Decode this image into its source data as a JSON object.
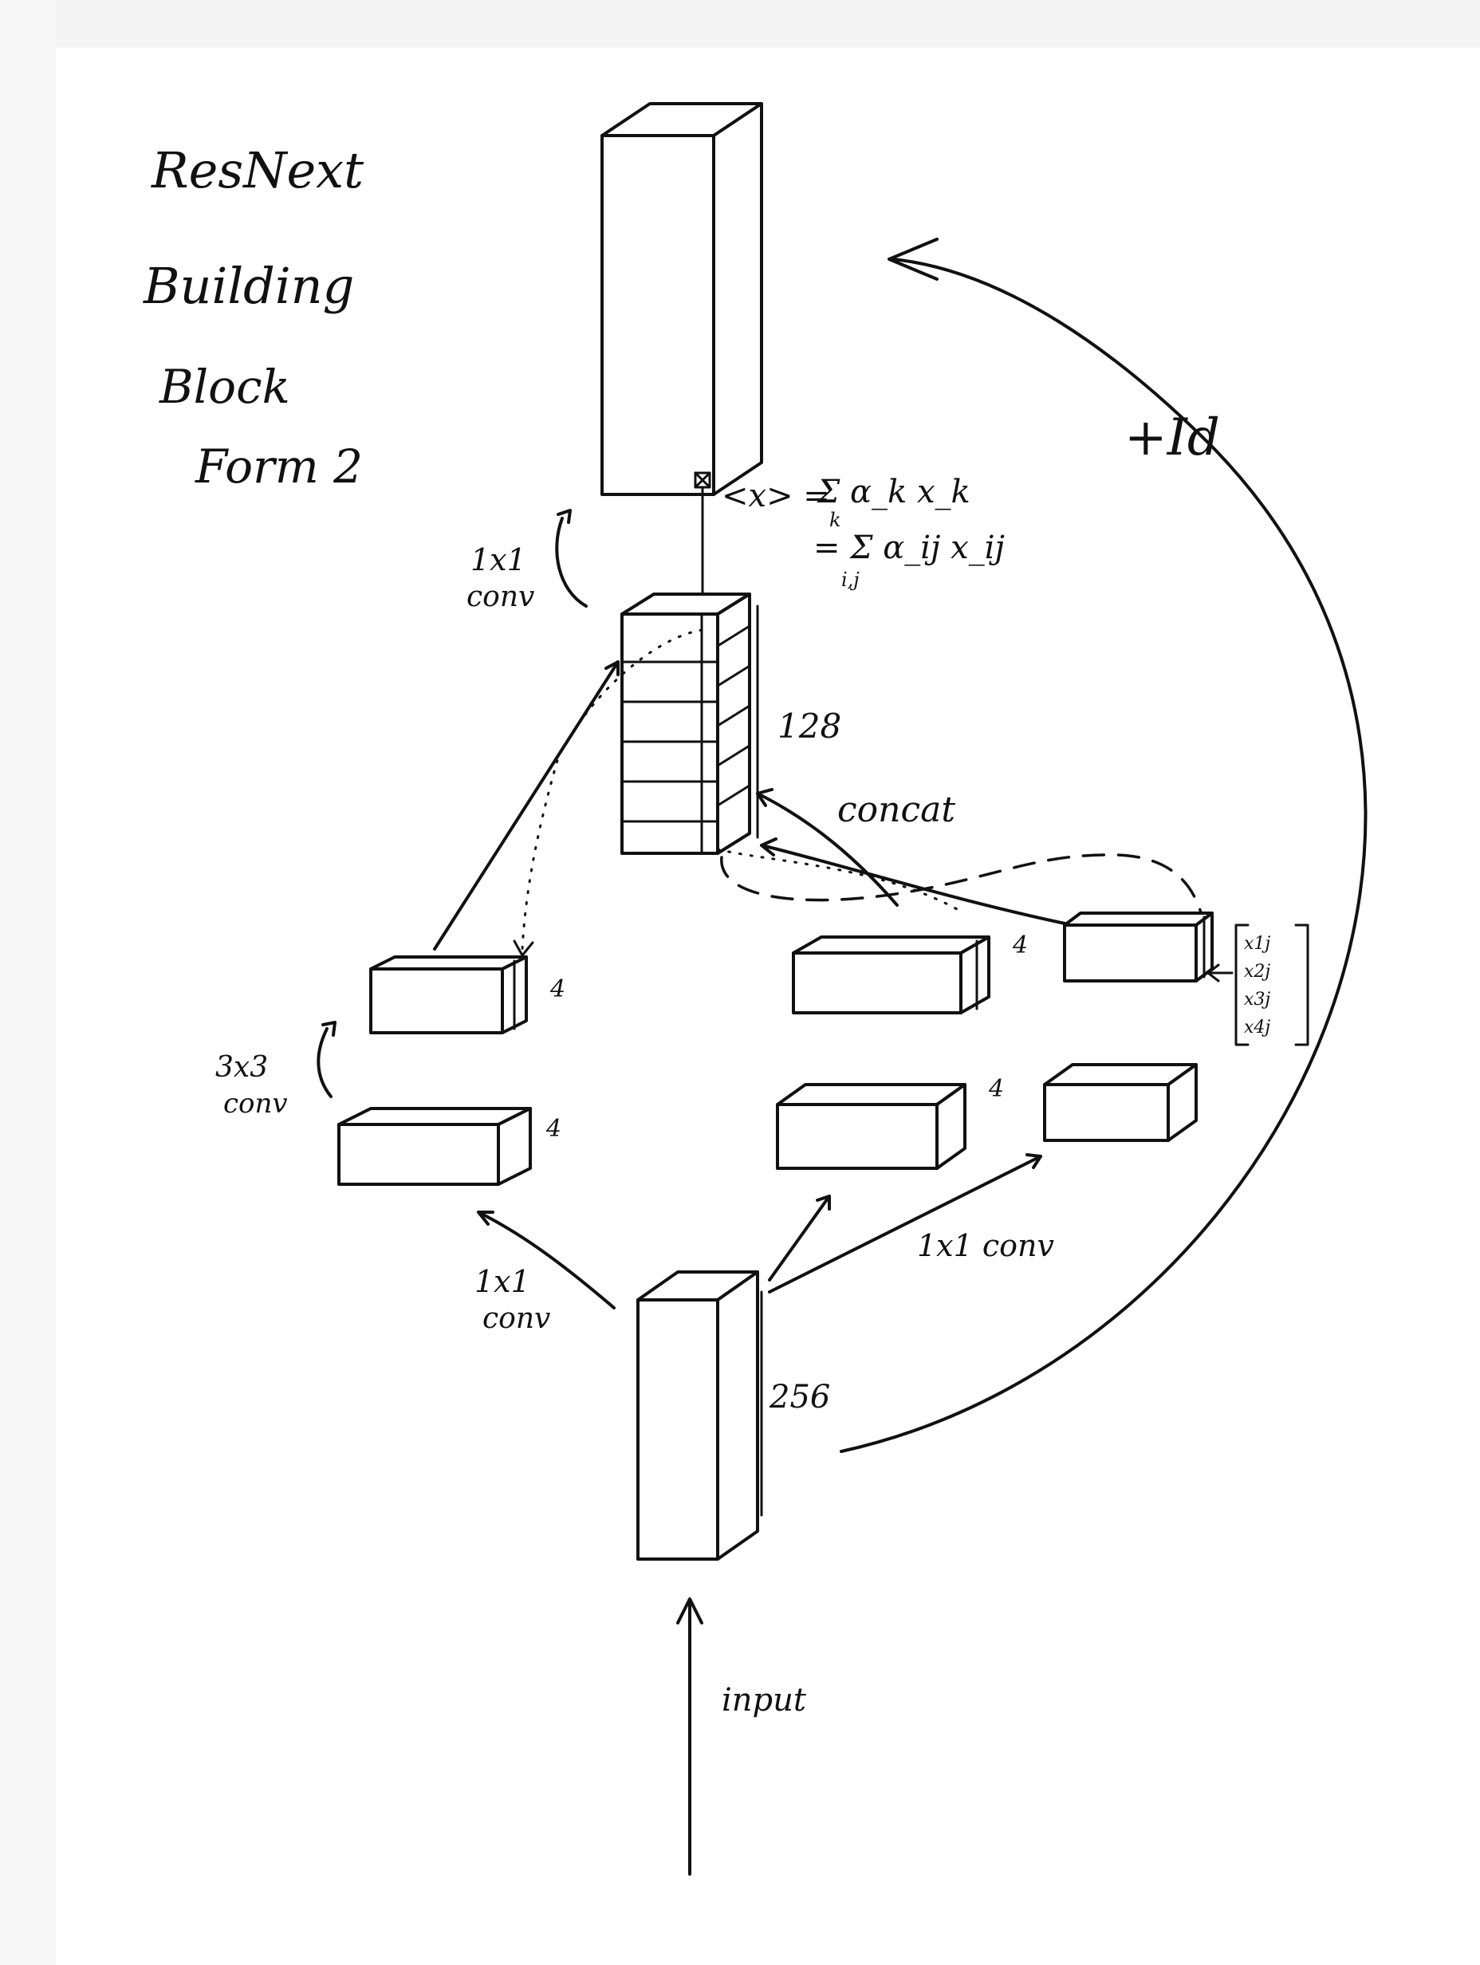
{
  "title": {
    "line1": "ResNext",
    "line2": "Building",
    "line3": "Block",
    "line4": "Form 2"
  },
  "labels": {
    "top_conv_line1": "1x1",
    "top_conv_line2": "conv",
    "mid_conv_line1": "3x3",
    "mid_conv_line2": "conv",
    "bottom_left_conv_line1": "1x1",
    "bottom_left_conv_line2": "conv",
    "bottom_right_conv": "1x1 conv",
    "concat": "concat",
    "identity": "+Id",
    "input": "input"
  },
  "dimensions": {
    "concat_width": "128",
    "input_width": "256",
    "group_width_a": "4",
    "group_width_b": "4",
    "group_width_c": "4",
    "group_width_d": "4"
  },
  "equation": {
    "lhs": "<x> =",
    "rhs1": "Σ α_k x_k",
    "rhs1_sub": "k",
    "rhs2": "= Σ α_ij x_ij",
    "rhs2_sub": "i,j"
  },
  "vector": {
    "entries": [
      "x1j",
      "x2j",
      "x3j",
      "x4j"
    ]
  },
  "colors": {
    "ink": "#111111",
    "paper": "#ffffff"
  }
}
